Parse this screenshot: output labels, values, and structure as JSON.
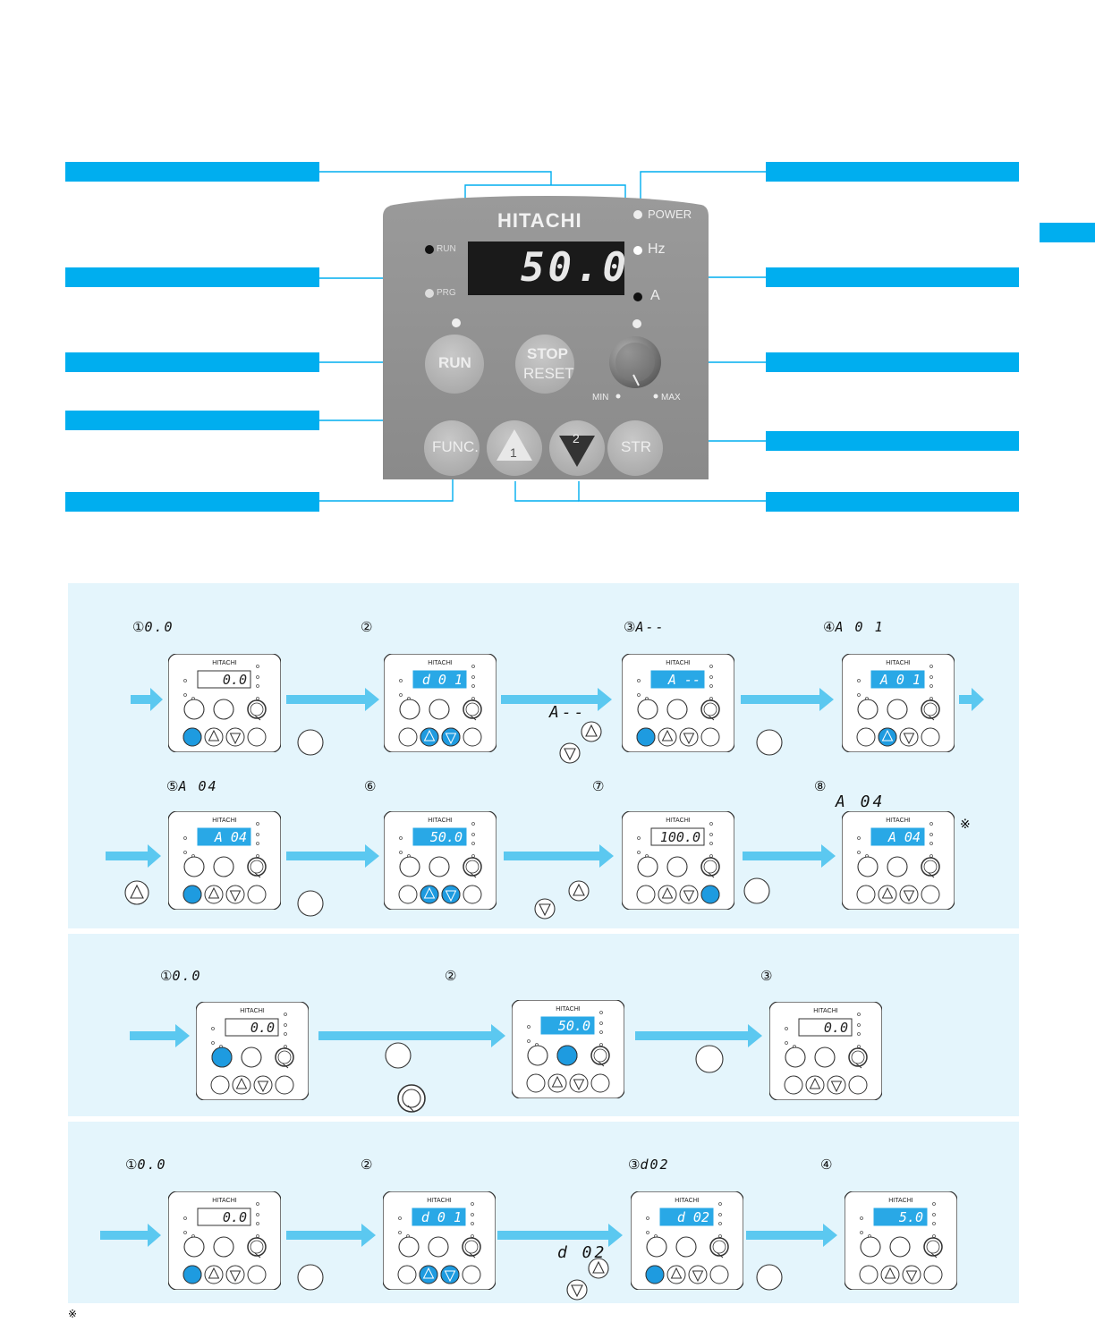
{
  "hero_panel": {
    "brand": "HITACHI",
    "display_value": "50.0",
    "power_label": "POWER",
    "hz_label": "Hz",
    "a_label": "A",
    "run_led_label": "RUN",
    "prg_led_label": "PRG",
    "run_key": "RUN",
    "stop_key_top": "STOP",
    "stop_key_bottom": "RESET",
    "min_label": "MIN",
    "max_label": "MAX",
    "func_key": "FUNC.",
    "up_key_num": "1",
    "down_key_num": "2",
    "str_key": "STR"
  },
  "mini_brand": "HITACHI",
  "section1": {
    "steps": [
      {
        "num": "①",
        "code": "0.0"
      },
      {
        "num": "②",
        "code": ""
      },
      {
        "num": "③",
        "code": "A--"
      },
      {
        "num": "④",
        "code": "A 0 1"
      },
      {
        "num": "⑤",
        "code": "A 04"
      },
      {
        "num": "⑥",
        "code": ""
      },
      {
        "num": "⑦",
        "code": ""
      },
      {
        "num": "⑧",
        "code": ""
      }
    ],
    "step8_code": "A 04",
    "mid_label": "A--",
    "note_mark": "※",
    "displays": [
      "0.0",
      "d 0 1",
      "A  --",
      "A 0 1",
      "A  04",
      "50.0",
      "100.0",
      "A  04"
    ]
  },
  "section2": {
    "steps": [
      {
        "num": "①",
        "code": "0.0"
      },
      {
        "num": "②",
        "code": ""
      },
      {
        "num": "③",
        "code": ""
      }
    ],
    "displays": [
      "0.0",
      "50.0",
      "0.0"
    ]
  },
  "section3": {
    "steps": [
      {
        "num": "①",
        "code": "0.0"
      },
      {
        "num": "②",
        "code": ""
      },
      {
        "num": "③",
        "code": "d02"
      },
      {
        "num": "④",
        "code": ""
      }
    ],
    "mid_label": "d 02",
    "displays": [
      "0.0",
      "d 0 1",
      "d 02",
      "5.0"
    ]
  },
  "footnote": "※",
  "colors": {
    "accent": "#00aeef",
    "arrow": "#5bc8f0",
    "panel_bg": "#e4f5fc",
    "lcd_active": "#29a8e6",
    "key_highlight": "#1e9be0"
  }
}
